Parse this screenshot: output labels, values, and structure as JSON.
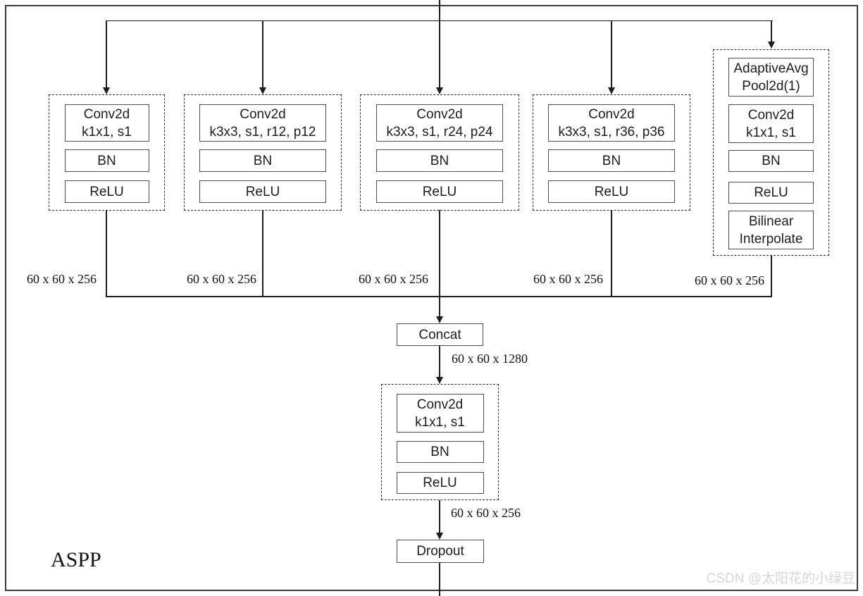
{
  "diagram": {
    "aspp_label": "ASPP",
    "watermark": "CSDN @太阳花的小绿豆",
    "colors": {
      "background": "#ffffff",
      "line": "#1d1d1d",
      "box_border": "#4d4d4d",
      "dashed_border": "#2b2b2b",
      "text": "#1d1d1d",
      "watermark_text": "#d6d6d6"
    },
    "branches": [
      {
        "id": "conv-1x1",
        "layers": [
          {
            "lines": [
              "Conv2d",
              "k1x1, s1"
            ]
          },
          {
            "lines": [
              "BN"
            ]
          },
          {
            "lines": [
              "ReLU"
            ]
          }
        ],
        "output_shape": "60 x 60 x 256"
      },
      {
        "id": "atrous-r12",
        "layers": [
          {
            "lines": [
              "Conv2d",
              "k3x3, s1, r12, p12"
            ]
          },
          {
            "lines": [
              "BN"
            ]
          },
          {
            "lines": [
              "ReLU"
            ]
          }
        ],
        "output_shape": "60 x 60 x 256"
      },
      {
        "id": "atrous-r24",
        "layers": [
          {
            "lines": [
              "Conv2d",
              "k3x3, s1, r24, p24"
            ]
          },
          {
            "lines": [
              "BN"
            ]
          },
          {
            "lines": [
              "ReLU"
            ]
          }
        ],
        "output_shape": "60 x 60 x 256"
      },
      {
        "id": "atrous-r36",
        "layers": [
          {
            "lines": [
              "Conv2d",
              "k3x3, s1, r36, p36"
            ]
          },
          {
            "lines": [
              "BN"
            ]
          },
          {
            "lines": [
              "ReLU"
            ]
          }
        ],
        "output_shape": "60 x 60 x 256"
      },
      {
        "id": "image-pooling",
        "layers": [
          {
            "lines": [
              "AdaptiveAvg",
              "Pool2d(1)"
            ]
          },
          {
            "lines": [
              "Conv2d",
              "k1x1, s1"
            ]
          },
          {
            "lines": [
              "BN"
            ]
          },
          {
            "lines": [
              "ReLU"
            ]
          },
          {
            "lines": [
              "Bilinear",
              "Interpolate"
            ]
          }
        ],
        "output_shape": "60 x 60 x 256"
      }
    ],
    "concat": {
      "label": "Concat",
      "output_shape": "60 x 60 x 1280"
    },
    "projection": {
      "layers": [
        {
          "lines": [
            "Conv2d",
            "k1x1, s1"
          ]
        },
        {
          "lines": [
            "BN"
          ]
        },
        {
          "lines": [
            "ReLU"
          ]
        }
      ],
      "output_shape": "60 x 60 x 256"
    },
    "dropout": {
      "label": "Dropout"
    }
  }
}
